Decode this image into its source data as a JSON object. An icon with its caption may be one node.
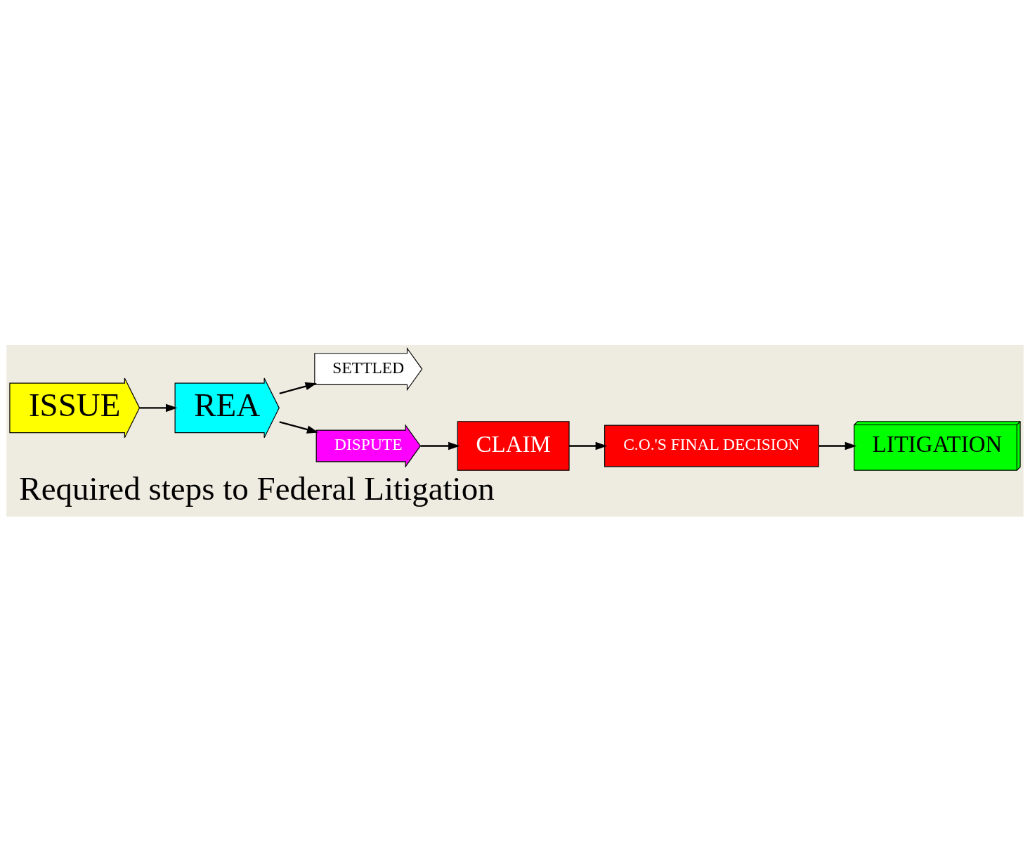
{
  "diagram": {
    "title": "Required steps to Federal Litigation",
    "nodes": [
      {
        "text": [
          "ISSUE"
        ]
      },
      {
        "text": [
          "REA"
        ]
      },
      {
        "text": [
          "SETTLED"
        ]
      },
      {
        "text": [
          "DISPUTE"
        ]
      },
      {
        "text": [
          "CLAIM"
        ]
      },
      {
        "text": [
          "C.O.'S FINAL DECISION"
        ]
      },
      {
        "text": [
          "LITIGATION"
        ]
      }
    ],
    "edges": [
      {
        "from": 0,
        "to": 1,
        "arrow": "to"
      },
      {
        "from": 1,
        "to": 2,
        "arrow": "to"
      },
      {
        "from": 1,
        "to": 3,
        "arrow": "to"
      },
      {
        "from": 3,
        "to": 4,
        "arrow": "to"
      },
      {
        "from": 4,
        "to": 5,
        "arrow": "to"
      },
      {
        "from": 5,
        "to": 6,
        "arrow": "to"
      }
    ]
  }
}
